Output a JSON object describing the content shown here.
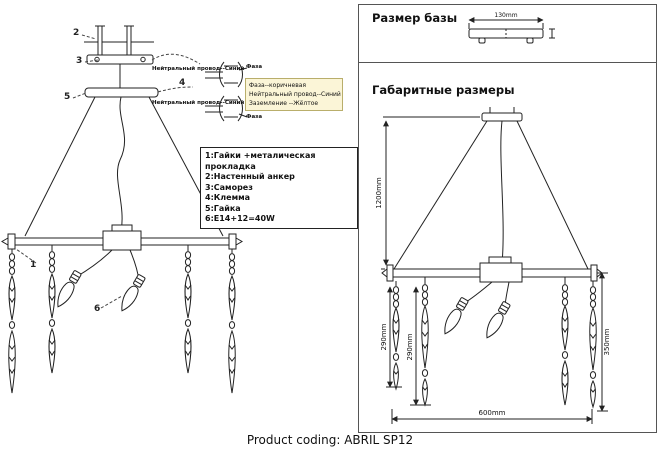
{
  "caption": "Product coding: ABRIL SP12",
  "left": {
    "callout_1": "1",
    "callout_2": "2",
    "callout_3": "3",
    "callout_4": "4",
    "callout_5": "5",
    "callout_6": "6",
    "wiring": {
      "neutral_top": "Нейтральный провод--Синий",
      "neutral_bottom": "Нейтральный провод--Синий",
      "phase_top": "Фаза",
      "phase_bottom": "Фаза"
    },
    "color_key": [
      "Фаза--коричневая",
      "Нейтральный провод--Синий",
      "Заземление --Жёлтое"
    ],
    "legend": [
      "1:Гайки +металическая прокладка",
      "2:Настенный анкер",
      "3:Саморез",
      "4:Клемма",
      "5:Гайка",
      "6:E14+12=40W"
    ]
  },
  "right": {
    "base_title": "Размер базы",
    "base_width": "130mm",
    "overall_title": "Габаритные размеры",
    "dim_height": "1200mm",
    "dim_drop_left": "290mm",
    "dim_drop_mid": "290mm",
    "dim_drop_right": "350mm",
    "dim_width": "600mm"
  }
}
